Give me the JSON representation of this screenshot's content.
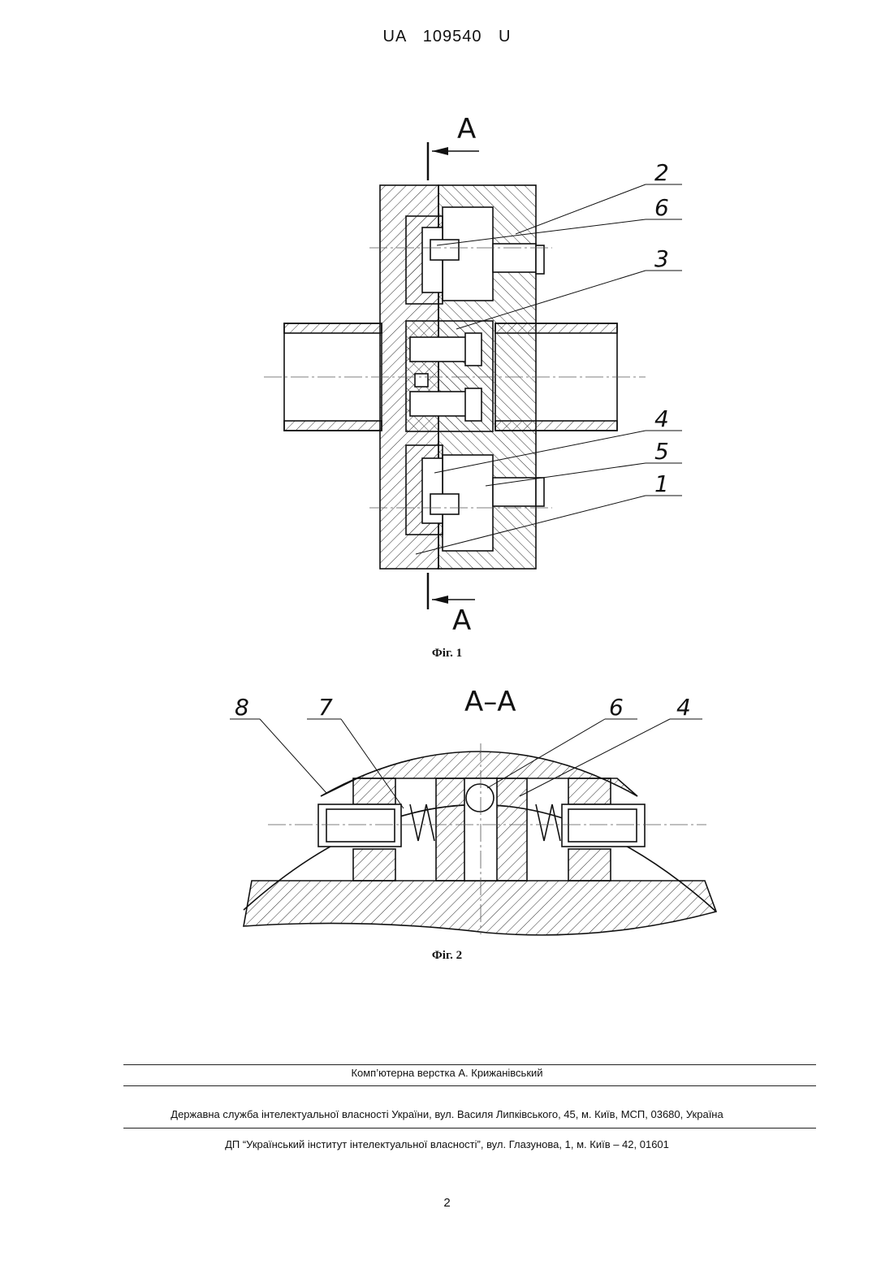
{
  "header": {
    "patent_number": "UA 109540 U"
  },
  "figure1": {
    "caption": "Фіг. 1",
    "section_marker_top": "A",
    "section_marker_bottom": "A",
    "part_labels": [
      "2",
      "6",
      "3",
      "4",
      "5",
      "1"
    ]
  },
  "figure2": {
    "caption": "Фіг. 2",
    "section_title": "A–A",
    "part_labels": [
      "8",
      "7",
      "6",
      "4"
    ]
  },
  "footer": {
    "layout_credit": "Комп’ютерна верстка А. Крижанівський",
    "agency": "Державна служба інтелектуальної власності України, вул. Василя Липківського, 45, м. Київ, МСП, 03680, Україна",
    "institute": "ДП “Український інститут інтелектуальної власності”, вул. Глазунова, 1, м. Київ – 42, 01601"
  },
  "page_number": "2"
}
